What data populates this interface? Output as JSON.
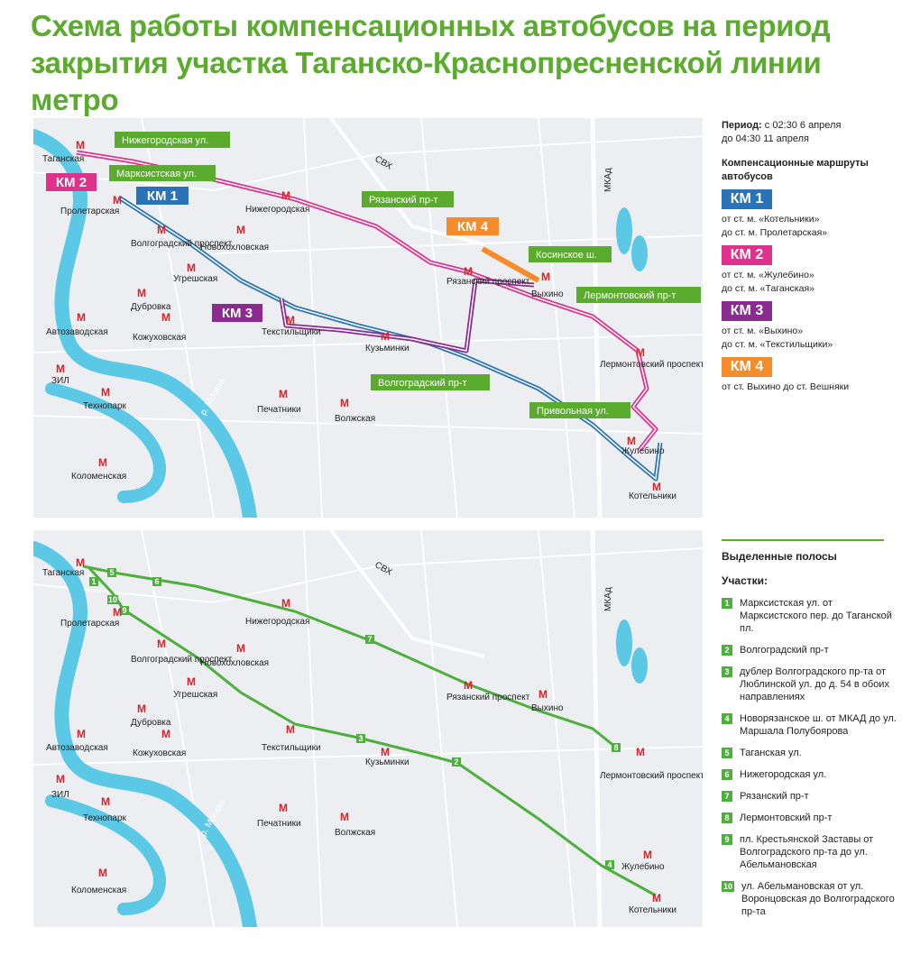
{
  "title": {
    "line1": "Схема работы компенсационных автобусов на период",
    "line2": "закрытия участка Таганско-Краснопресненской линии метро"
  },
  "period": {
    "label": "Период:",
    "from": "с 02:30 6 апреля",
    "to": "до 04:30 11 апреля"
  },
  "routes_header": "Компенсационные маршруты автобусов",
  "routes": [
    {
      "id": "КМ 1",
      "color": "#2a73b8",
      "desc1": "от ст. м. «Котельники»",
      "desc2": "до ст. м. Пролетарская»"
    },
    {
      "id": "КМ 2",
      "color": "#e0318c",
      "desc1": "от ст. м. «Жулебино»",
      "desc2": "до ст. м. «Таганская»"
    },
    {
      "id": "КМ 3",
      "color": "#8b2a8f",
      "desc1": "от ст. м. «Выхино»",
      "desc2": "до ст. м. «Текстильщики»"
    },
    {
      "id": "КМ 4",
      "color": "#f58b2a",
      "desc1": "от ст. Выхино до ст. Вешняки",
      "desc2": ""
    }
  ],
  "lanes_header": "Выделенные полосы",
  "sections_header": "Участки:",
  "sections": [
    {
      "n": "1",
      "text": "Марксистская ул. от Марксистского пер. до Таганской пл."
    },
    {
      "n": "2",
      "text": "Волгоградский пр-т"
    },
    {
      "n": "3",
      "text": "дублер Волгоградского пр-та от Люблинской ул. до д. 54 в обоих направлениях"
    },
    {
      "n": "4",
      "text": "Новорязанское ш. от МКАД до ул. Маршала Полубоярова"
    },
    {
      "n": "5",
      "text": "Таганская ул."
    },
    {
      "n": "6",
      "text": "Нижегородская ул."
    },
    {
      "n": "7",
      "text": "Рязанский пр-т"
    },
    {
      "n": "8",
      "text": "Лермонтовский пр-т"
    },
    {
      "n": "9",
      "text": "пл. Крестьянской Заставы от Волгоградского пр-та до ул. Абельмановская"
    },
    {
      "n": "10",
      "text": "ул. Абельмановская от ул. Воронцовская до Волгоградского пр-та"
    }
  ],
  "map_labels": {
    "road_svh": "СВХ",
    "road_mkad": "МКАд",
    "river": "р. Москва"
  },
  "top_map": {
    "stations": [
      "Таганская",
      "Пролетарская",
      "Нижегородская",
      "Новохохловская",
      "Волгоградский проспект",
      "Угрешская",
      "Дубровка",
      "Автозаводская",
      "Кожуховская",
      "ЗИЛ",
      "Технопарк",
      "Коломенская",
      "Текстильщики",
      "Кузьминки",
      "Печатники",
      "Волжская",
      "Рязанский проспект",
      "Выхино",
      "Лермонтовский проспект",
      "Жулебино",
      "Котельники"
    ],
    "street_callouts": [
      "Нижегородская ул.",
      "Марксистская ул.",
      "Рязанский пр-т",
      "Косинское ш.",
      "Лермонтовский пр-т",
      "Волгоградский пр-т",
      "Привольная ул."
    ],
    "route_tags": [
      "КМ 1",
      "КМ 2",
      "КМ 3",
      "КМ 4"
    ]
  },
  "bottom_map": {
    "section_markers": [
      "1",
      "2",
      "3",
      "4",
      "5",
      "6",
      "7",
      "8",
      "9",
      "10"
    ]
  },
  "colors": {
    "accent": "#5aab2e",
    "km1": "#2a73b8",
    "km2": "#e0318c",
    "km3": "#8b2a8f",
    "km4": "#f58b2a",
    "lane": "#4db03d",
    "metro": "#d8232a",
    "water": "#5bc8e6",
    "callout": "#5aab2e"
  }
}
